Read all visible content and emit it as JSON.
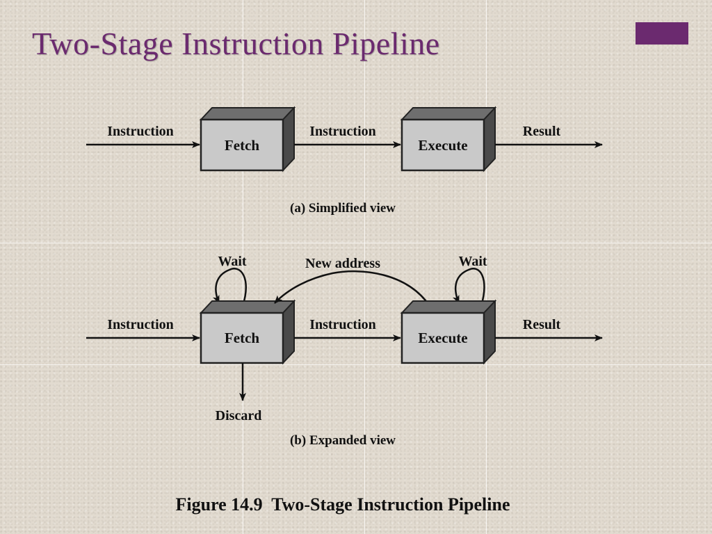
{
  "slide": {
    "title": "Two-Stage Instruction Pipeline",
    "accent_color": "#6b2a6f"
  },
  "diagram_a": {
    "input_label": "Instruction",
    "stage1_label": "Fetch",
    "between_label": "Instruction",
    "stage2_label": "Execute",
    "output_label": "Result",
    "caption": "(a) Simplified view"
  },
  "diagram_b": {
    "input_label": "Instruction",
    "stage1_label": "Fetch",
    "between_label": "Instruction",
    "stage2_label": "Execute",
    "output_label": "Result",
    "wait1_label": "Wait",
    "wait2_label": "Wait",
    "feedback_label": "New address",
    "discard_label": "Discard",
    "caption": "(b) Expanded view"
  },
  "figure_caption": "Figure 14.9  Two-Stage Instruction Pipeline"
}
